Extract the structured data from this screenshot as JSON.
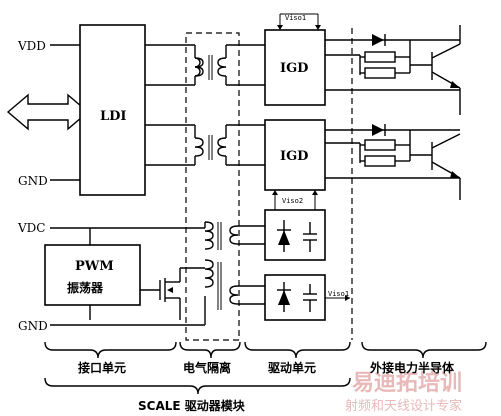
{
  "labels": {
    "vdd": "VDD",
    "gnd_top": "GND",
    "vdc": "VDC",
    "gnd_bottom": "GND",
    "ldi": "LDI",
    "igd_top": "IGD",
    "igd_bottom": "IGD",
    "pwm_line1": "PWM",
    "pwm_line2": "振荡器",
    "viso1_top": "Viso1",
    "viso2": "Viso2",
    "viso1_bottom": "Viso1"
  },
  "sections": {
    "interface": "接口单元",
    "isolation": "电气隔离",
    "driver": "驱动单元",
    "external": "外接电力半导体"
  },
  "module_label": "SCALE 驱动器模块",
  "watermark": {
    "main": "易迪拓培训",
    "sub": "射频和天线设计专家"
  }
}
